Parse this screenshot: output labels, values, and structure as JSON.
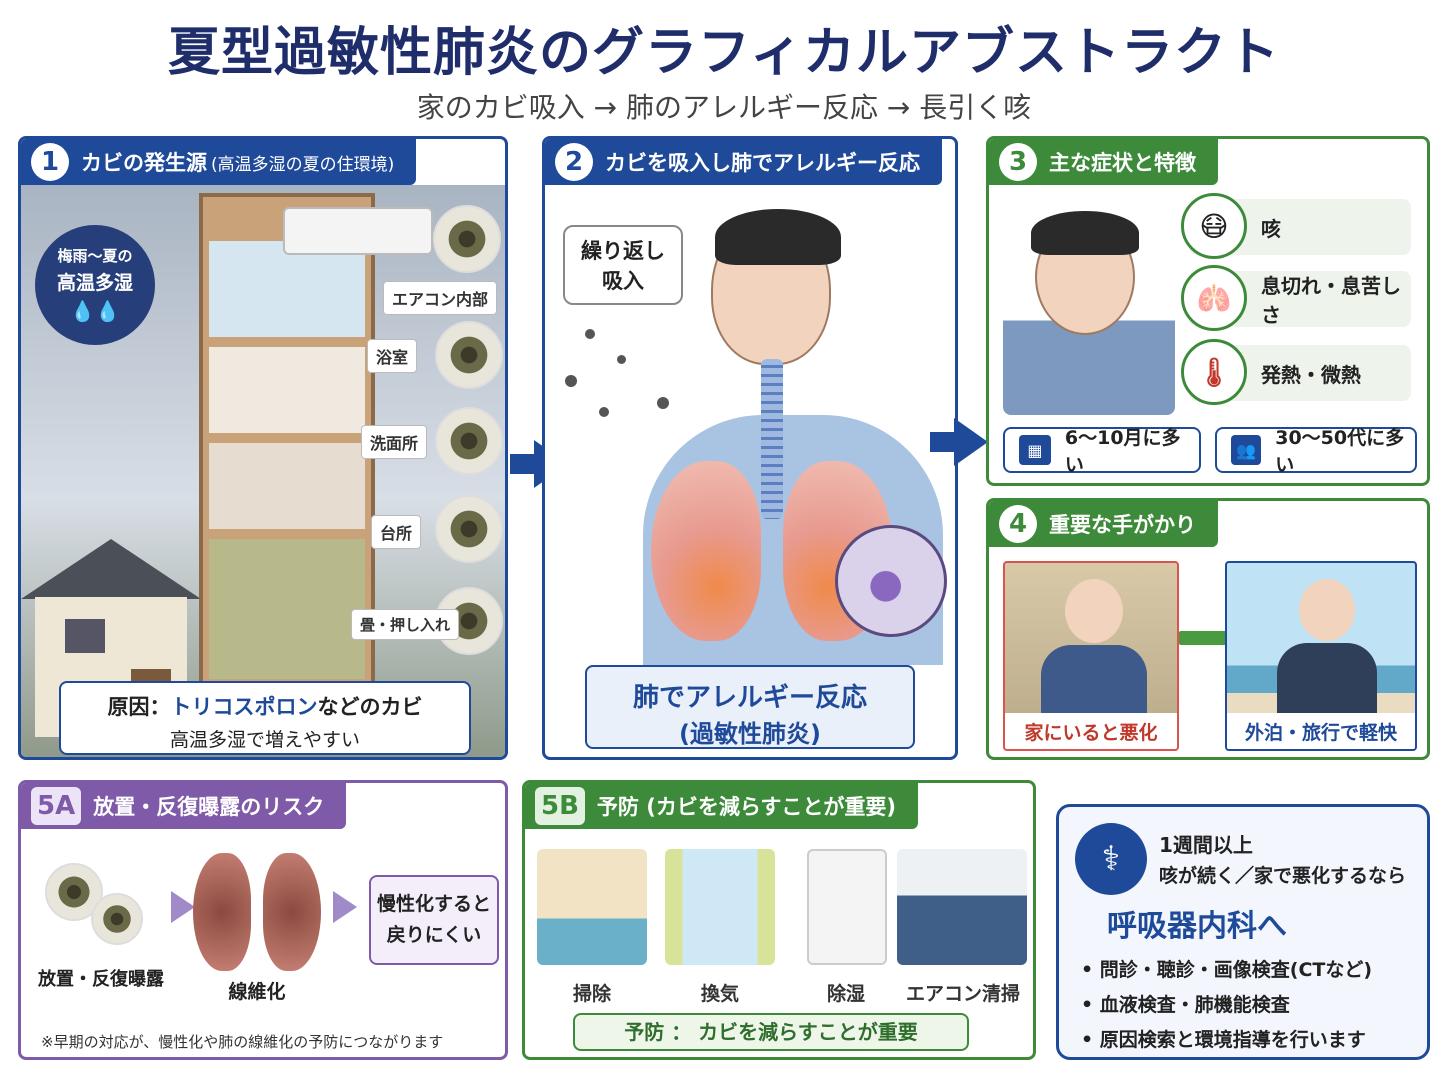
{
  "title": "夏型過敏性肺炎のグラフィカルアブストラクト",
  "subtitle": "家のカビ吸入 → 肺のアレルギー反応 → 長引く咳",
  "section1": {
    "num": "1",
    "title": "カビの発生源",
    "title_sub": "(高温多湿の夏の住環境)",
    "weather_badge": [
      "梅雨〜夏の",
      "高温多湿"
    ],
    "locations": [
      "エアコン内部",
      "浴室",
      "洗面所",
      "台所",
      "畳・押し入れ"
    ],
    "cause_prefix": "原因：",
    "cause_highlight": "トリコスポロン",
    "cause_suffix": "などのカビ",
    "cause_line2": "高温多湿で増えやすい"
  },
  "section2": {
    "num": "2",
    "title": "カビを吸入し肺でアレルギー反応",
    "bubble": [
      "繰り返し",
      "吸入"
    ],
    "result_line1": "肺でアレルギー反応",
    "result_line2": "(過敏性肺炎)"
  },
  "section3": {
    "num": "3",
    "title": "主な症状と特徴",
    "symptoms": [
      "咳",
      "息切れ・息苦しさ",
      "発熱・微熱"
    ],
    "season": "6〜10月に多い",
    "age": "30〜50代に多い"
  },
  "section4": {
    "num": "4",
    "title": "重要な手がかり",
    "home": "家にいると悪化",
    "travel": "外泊・旅行で軽快"
  },
  "section5a": {
    "num": "5A",
    "title": "放置・反復曝露のリスク",
    "exposure": "放置・反復曝露",
    "fibrosis": "線維化",
    "outcome": [
      "慢性化すると",
      "戻りにくい"
    ],
    "note": "※早期の対応が、慢性化や肺の線維化の予防につながります"
  },
  "section5b": {
    "num": "5B",
    "title": "予防 (カビを減らすことが重要)",
    "items": [
      "掃除",
      "換気",
      "除湿",
      "エアコン清掃"
    ],
    "footer": "予防 ： カビを減らすことが重要"
  },
  "consult": {
    "line1": "1週間以上",
    "line2": "咳が続く／家で悪化するなら",
    "dept": "呼吸器内科へ",
    "bullets": [
      "問診・聴診・画像検査(CTなど)",
      "血液検査・肺機能検査",
      "原因検索と環境指導を行います"
    ]
  },
  "colors": {
    "navy": "#1f2e6b",
    "blue": "#1f4a9a",
    "green": "#3d8b3a",
    "purple": "#7e5aa8",
    "red": "#c0392b"
  }
}
